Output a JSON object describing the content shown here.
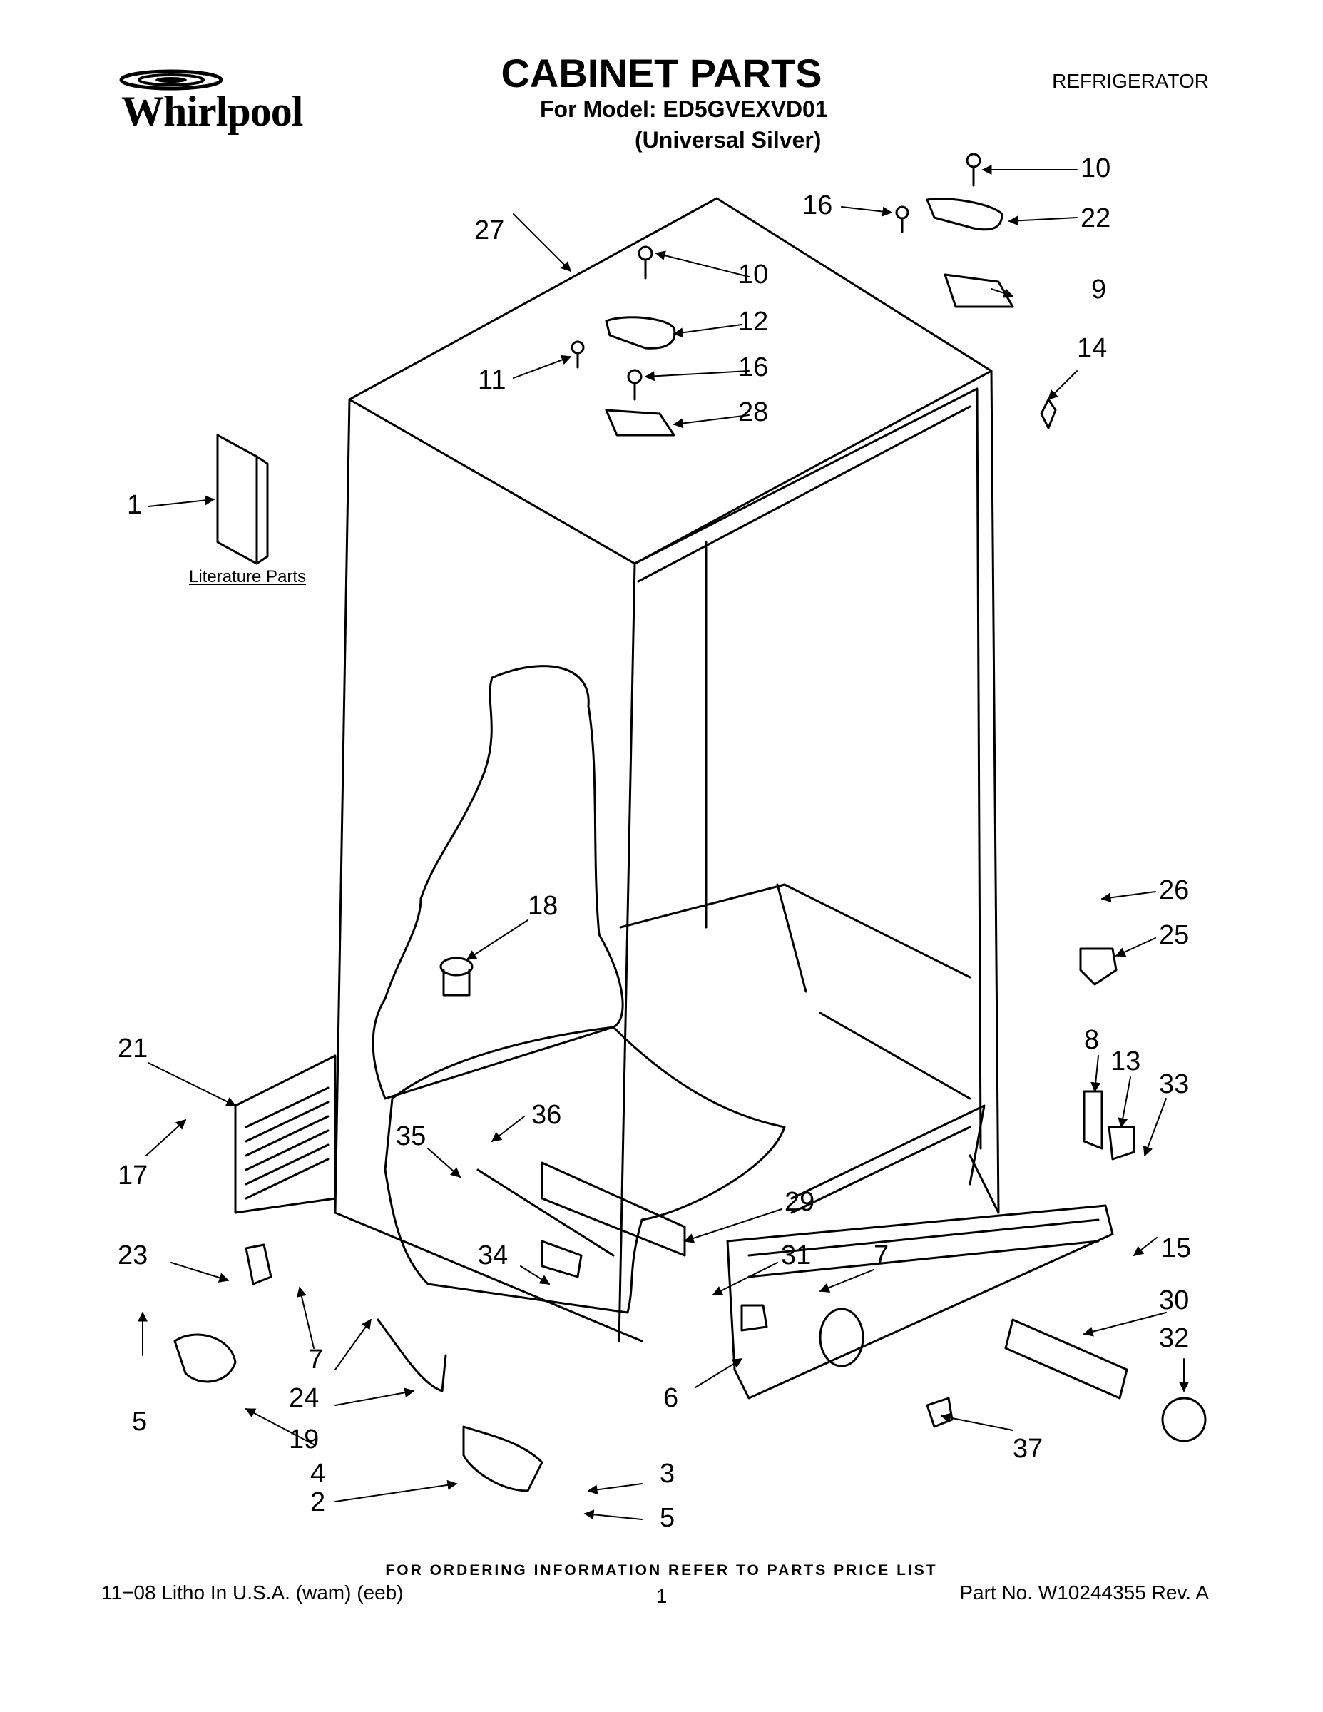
{
  "brand": "Whirlpool",
  "title": "CABINET PARTS",
  "model_line": "For Model: ED5GVEXVD01",
  "color_line": "(Universal Silver)",
  "category": "REFRIGERATOR",
  "literature_label": "Literature Parts",
  "callouts": [
    "10",
    "16",
    "22",
    "27",
    "10",
    "9",
    "12",
    "14",
    "11",
    "16",
    "28",
    "1",
    "18",
    "26",
    "25",
    "21",
    "8",
    "13",
    "33",
    "36",
    "35",
    "17",
    "29",
    "23",
    "34",
    "31",
    "7",
    "15",
    "30",
    "32",
    "7",
    "24",
    "19",
    "6",
    "5",
    "4",
    "37",
    "3",
    "2",
    "5"
  ],
  "footer": {
    "note": "FOR ORDERING INFORMATION REFER TO PARTS PRICE LIST",
    "left": "11−08 Litho In U.S.A. (wam) (eeb)",
    "page": "1",
    "right": "Part No. W10244355 Rev. A"
  }
}
